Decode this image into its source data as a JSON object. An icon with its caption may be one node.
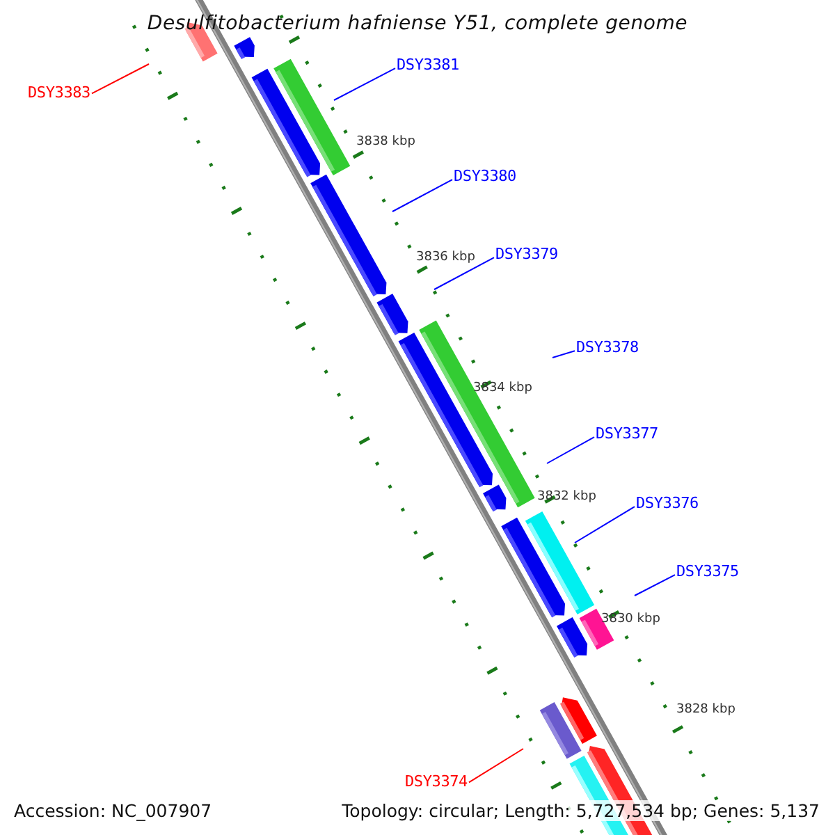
{
  "diagram": {
    "title": "Desulfitobacterium hafniense Y51, complete genome",
    "nodes": [
      {
        "text": [
          "DSY3381"
        ]
      },
      {
        "text": [
          "DSY3383"
        ]
      },
      {
        "text": [
          "DSY3380"
        ]
      },
      {
        "text": [
          "DSY3379"
        ]
      },
      {
        "text": [
          "DSY3378"
        ]
      },
      {
        "text": [
          "DSY3377"
        ]
      },
      {
        "text": [
          "DSY3376"
        ]
      },
      {
        "text": [
          "DSY3375"
        ]
      },
      {
        "text": [
          "DSY3374"
        ]
      }
    ],
    "edges": [
      {
        "from": 0,
        "to": null,
        "arrow": "none"
      },
      {
        "from": 1,
        "to": null,
        "arrow": "none",
        "color": "#ff0000"
      },
      {
        "from": 2,
        "to": null,
        "arrow": "none"
      },
      {
        "from": 3,
        "to": null,
        "arrow": "none"
      },
      {
        "from": 4,
        "to": null,
        "arrow": "none"
      },
      {
        "from": 5,
        "to": null,
        "arrow": "none"
      },
      {
        "from": 6,
        "to": null,
        "arrow": "none"
      },
      {
        "from": 7,
        "to": null,
        "arrow": "none"
      },
      {
        "from": 8,
        "to": null,
        "arrow": "none",
        "color": "#ff0000"
      }
    ],
    "labels": [
      "3838 kbp",
      "3836 kbp",
      "3834 kbp",
      "3832 kbp",
      "3830 kbp",
      "3828 kbp",
      "Accession: NC_007907",
      "Topology: circular; Length: 5,727,534 bp; Genes: 5,137"
    ]
  }
}
